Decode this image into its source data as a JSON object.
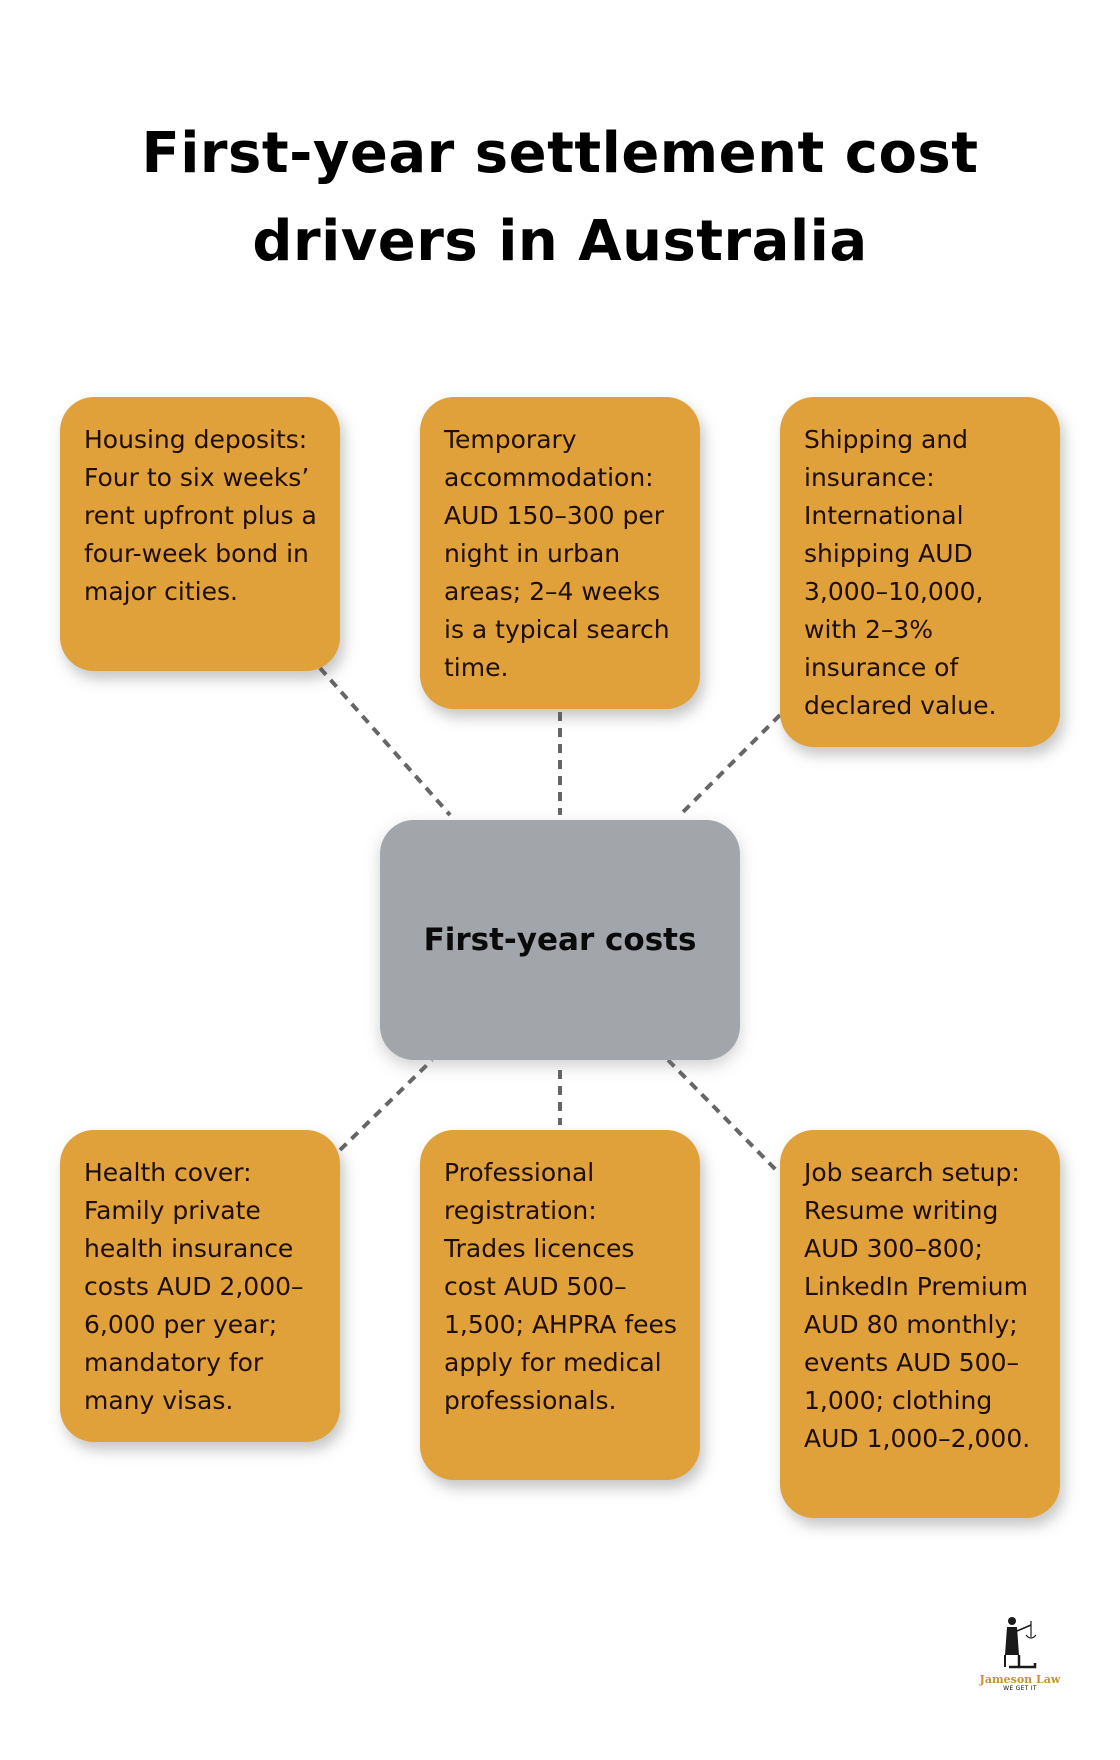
{
  "header": {
    "title_line1": "First-year settlement cost",
    "title_line2": "drivers in Australia"
  },
  "center_node": {
    "label": "First-year costs",
    "color": "#a2a6aa"
  },
  "nodes": [
    {
      "id": "housing",
      "text": "Housing deposits: Four to six weeks’ rent upfront plus a four-week bond in major cities."
    },
    {
      "id": "temporary",
      "text": "Temporary accommodation: AUD 150–300 per night in urban areas; 2–4 weeks is a typical search time."
    },
    {
      "id": "shipping",
      "text": "Shipping and insurance: International shipping AUD 3,000–10,000, with 2–3% insurance of declared value."
    },
    {
      "id": "health",
      "text": "Health cover: Family private health insurance costs AUD 2,000–6,000 per year; mandatory for many visas."
    },
    {
      "id": "professional",
      "text": "Professional registration: Trades licences cost AUD 500–1,500; AHPRA fees apply for medical professionals."
    },
    {
      "id": "jobsearch",
      "text": "Job search setup: Resume writing AUD 300–800; LinkedIn Premium AUD 80 monthly; events AUD 500–1,000; clothing AUD 1,000–2,000."
    }
  ],
  "colors": {
    "node_fill": "#e0a03a",
    "connector": "#666666",
    "text": "#1e0e08"
  },
  "logo": {
    "icon": "scales-of-justice-icon",
    "name": "Jameson Law",
    "tagline": "WE GET IT"
  }
}
